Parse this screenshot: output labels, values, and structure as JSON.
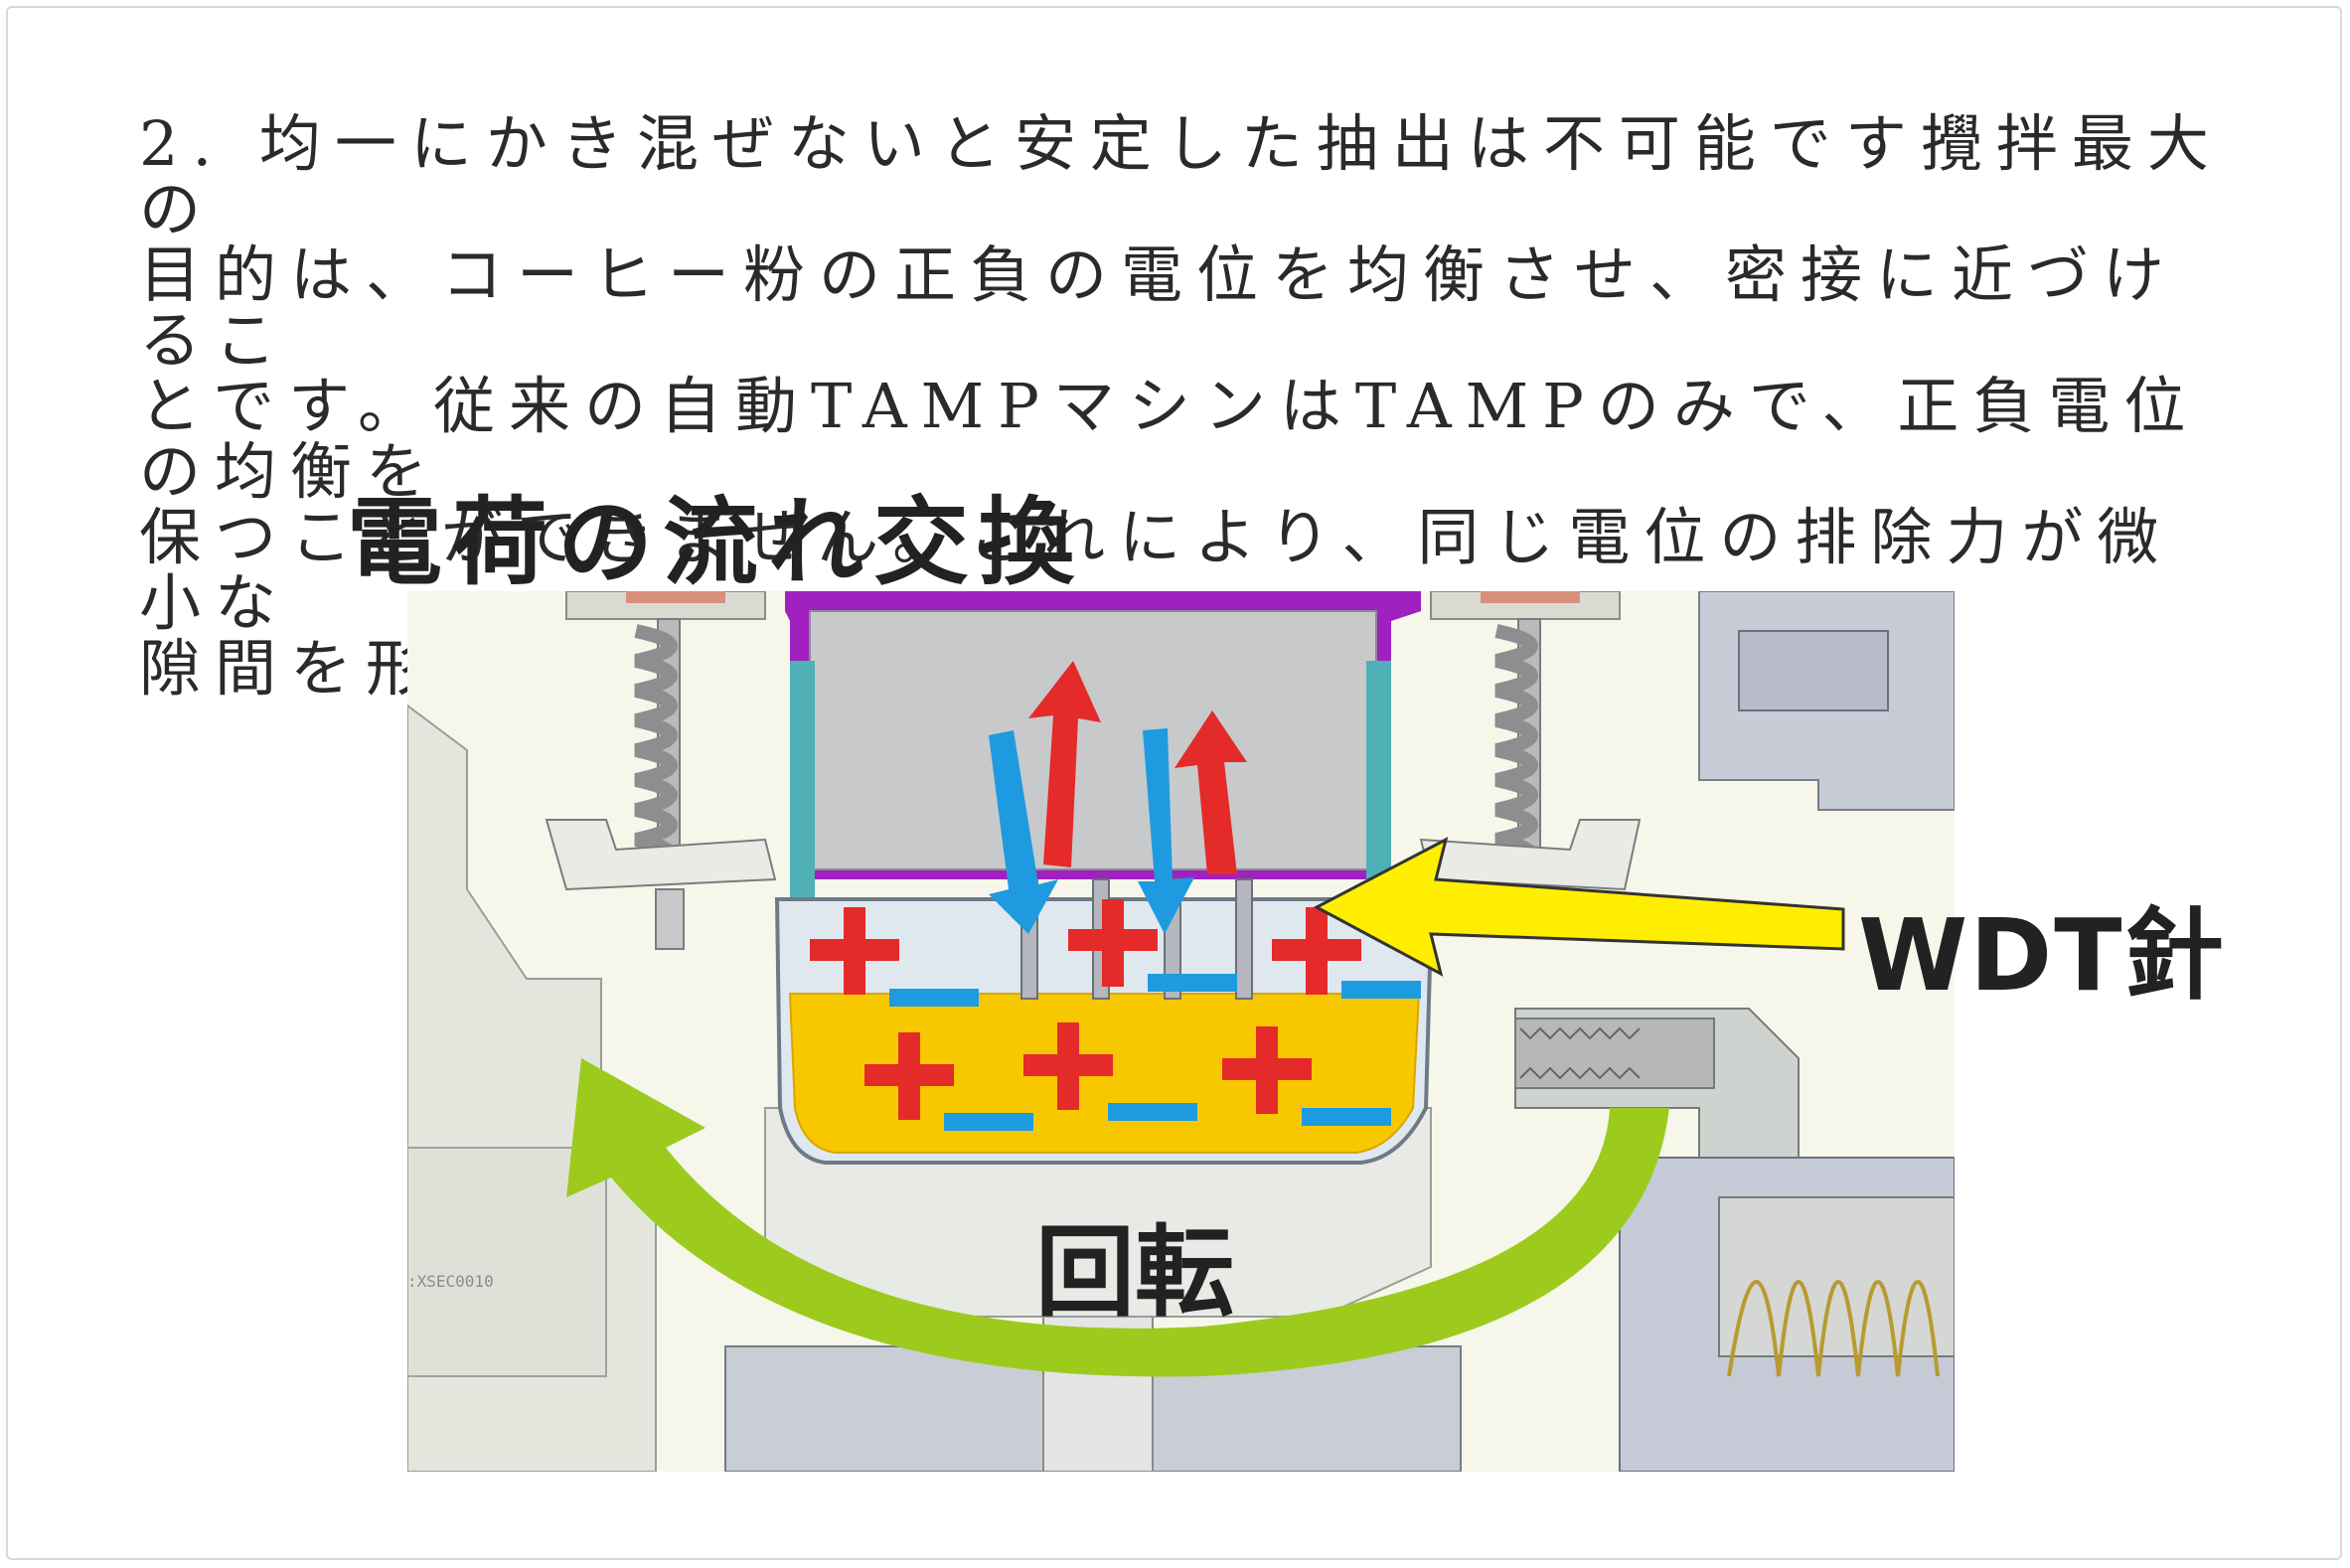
{
  "paragraph": "2. 均一にかき混ぜないと安定した抽出は不可能です攪拌最大の\n目的は、コーヒー粉の正負の電位を均衡させ、密接に近づけるこ\nとです。従来の自動TAMPマシンはTAMPのみで、正負電位の均衡を\n保つことができません。これにより、同じ電位の排除力が微小な\n隙間を形成します。",
  "diagram": {
    "title": "電荷の流れ交換",
    "label_needle": "WDT針",
    "label_rotation": "回転",
    "part_code": ":XSEC0010",
    "colors": {
      "positive": "#e52a2a",
      "negative": "#1e9be0",
      "grounds": "#f7c700",
      "needle_arrow": "#ffee00",
      "rotation_arrow": "#9ccb1e",
      "basket_frame": "#a020c0",
      "background": "#f6f7ea"
    }
  }
}
